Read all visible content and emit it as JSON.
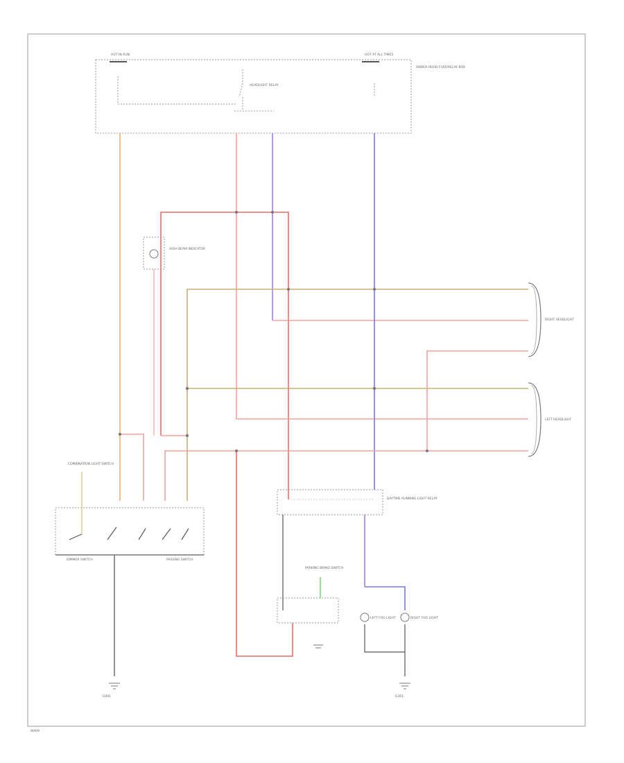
{
  "colors": {
    "orange": "#f5b06a",
    "red": "#f06a6a",
    "pink": "#f5a0a0",
    "purple": "#a77fd8",
    "blue": "#7777ee",
    "tan": "#c9b072",
    "gray": "#777777",
    "yellow_lt": "#d9d29a",
    "green": "#77dd77",
    "black": "#444444"
  },
  "labels": {
    "fuse_left": "HOT IN RUN",
    "fuse_right": "HOT AT ALL TIMES",
    "relay_box": "UNDER-HOOD FUSE/RELAY BOX",
    "headlight_relay": "HEADLIGHT RELAY",
    "indicator": "HIGH BEAM INDICATOR",
    "right_headlight": "RIGHT HEADLIGHT",
    "left_headlight": "LEFT HEADLIGHT",
    "combo_switch": "COMBINATION LIGHT SWITCH",
    "dimmer_switch": "DIMMER SWITCH",
    "passing_switch": "PASSING SWITCH",
    "daytime_relay": "DAYTIME RUNNING LIGHT RELAY",
    "parking_relay": "PARKING BRAKE SWITCH",
    "left_fog": "LEFT FOG LIGHT",
    "right_fog": "RIGHT FOG LIGHT",
    "ground_left": "G401",
    "ground_right": "G301",
    "footer": "WA09"
  }
}
